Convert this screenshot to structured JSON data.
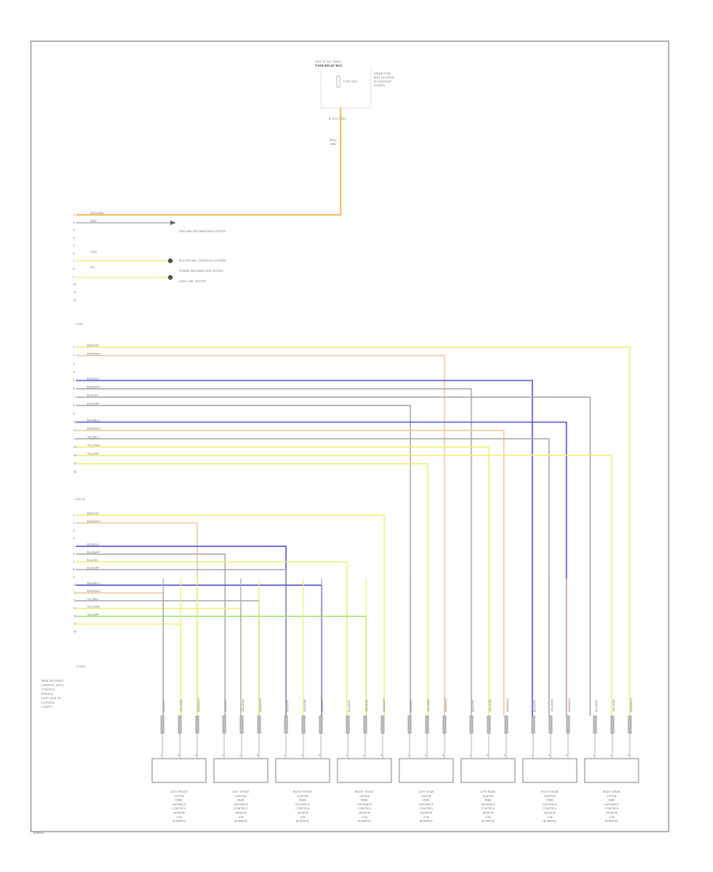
{
  "diagram": {
    "corner_label": "WIRING",
    "colors": {
      "orange": "#f0c36b",
      "grey": "#a7a7a7",
      "blue": "#5e5ed3",
      "yellow": "#f0ee72",
      "peach": "#f3c5a0",
      "green": "#93e36a",
      "frame": "#9a9a9a",
      "text": "#7a7a7a"
    },
    "top_component": {
      "title_line1": "HOT AT ALL TIMES",
      "title_line2": "FUSE/RELAY BOX",
      "fuse": "FUSE 40A",
      "side_note": [
        "(REAR FUSE",
        "BOX LOCATED",
        "IN LUGGAGE",
        "COMPT)"
      ],
      "connector_code": "B (C5) C200"
    },
    "feed_wire": [
      "RED/",
      "ORN"
    ],
    "connector1": {
      "label": "C200",
      "pins": [
        {
          "num": "1",
          "color": "RED/ORN",
          "note": ""
        },
        {
          "num": "2",
          "color": "BRN",
          "note": "GROUND DISTRIBUTION SYSTEM"
        },
        {
          "num": "3",
          "color": "",
          "note": ""
        },
        {
          "num": "4",
          "color": "",
          "note": ""
        },
        {
          "num": "5",
          "color": "",
          "note": ""
        },
        {
          "num": "6",
          "color": "GRN",
          "note": "ELECTRONIC CONTROLS SYSTEM"
        },
        {
          "num": "7",
          "color": "",
          "note": ""
        },
        {
          "num": "8",
          "color": "YEL",
          "note": "DATA LINE SYSTEM"
        },
        {
          "num": "9",
          "color": "",
          "note": ""
        },
        {
          "num": "10",
          "color": "",
          "note": ""
        },
        {
          "num": "11",
          "color": "",
          "note": ""
        },
        {
          "num": "12",
          "color": "",
          "note": ""
        }
      ],
      "note_line2": "POWER DISTRIBUTION SYSTEM"
    },
    "connector2": {
      "label": "C201 B",
      "pins": [
        {
          "num": "1",
          "color": "BRN/YEL"
        },
        {
          "num": "2",
          "color": "BRN/WHT"
        },
        {
          "num": "3",
          "color": ""
        },
        {
          "num": "4",
          "color": ""
        },
        {
          "num": "5",
          "color": "BLK/BLU"
        },
        {
          "num": "6",
          "color": "BLK/WHT"
        },
        {
          "num": "7",
          "color": "BLK/YEL"
        },
        {
          "num": "8",
          "color": "BLK/GRY"
        },
        {
          "num": "9",
          "color": ""
        },
        {
          "num": "10",
          "color": "BRN/BLU"
        },
        {
          "num": "11",
          "color": "BRN/WHT"
        },
        {
          "num": "12",
          "color": "YEL/BLU"
        },
        {
          "num": "13",
          "color": "YEL/GRN"
        },
        {
          "num": "14",
          "color": "YEL/GRY"
        },
        {
          "num": "15",
          "color": ""
        },
        {
          "num": "16",
          "color": ""
        }
      ]
    },
    "connector3": {
      "label": "C200A",
      "pins": [
        {
          "num": "1",
          "color": "BRN/YEL"
        },
        {
          "num": "2",
          "color": "BRN/WHT"
        },
        {
          "num": "3",
          "color": ""
        },
        {
          "num": "4",
          "color": ""
        },
        {
          "num": "5",
          "color": "BLK/BLU"
        },
        {
          "num": "6",
          "color": "BLK/WHT"
        },
        {
          "num": "7",
          "color": "BLK/YEL"
        },
        {
          "num": "8",
          "color": "BLK/GRY"
        },
        {
          "num": "9",
          "color": ""
        },
        {
          "num": "10",
          "color": "BRN/BLU"
        },
        {
          "num": "11",
          "color": "BRN/WHT"
        },
        {
          "num": "12",
          "color": "YEL/BLU"
        },
        {
          "num": "13",
          "color": "YEL/GRN"
        },
        {
          "num": "14",
          "color": "YEL/GRY"
        },
        {
          "num": "15",
          "color": ""
        },
        {
          "num": "16",
          "color": ""
        }
      ]
    },
    "module_label": [
      "PARK DISTANCE",
      "CONTROL (PDC)",
      "CONTROL",
      "MODULE",
      "(LEFT SIDE OF",
      "LUGGAGE",
      "COMPT)"
    ],
    "sensors": [
      {
        "lines": [
          "LEFT FRONT",
          "OUTER",
          "PARK",
          "DISTANCE",
          "CONTROL",
          "SENSOR",
          "(ON",
          "BUMPER)"
        ]
      },
      {
        "lines": [
          "LEFT FRONT",
          "CENTER",
          "PARK",
          "DISTANCE",
          "CONTROL",
          "SENSOR",
          "(ON",
          "BUMPER)"
        ]
      },
      {
        "lines": [
          "RIGHT FRONT",
          "CENTER",
          "PARK",
          "DISTANCE",
          "CONTROL",
          "SENSOR",
          "(ON",
          "BUMPER)"
        ]
      },
      {
        "lines": [
          "RIGHT FRONT",
          "OUTER",
          "PARK",
          "DISTANCE",
          "CONTROL",
          "SENSOR",
          "(ON",
          "BUMPER)"
        ]
      },
      {
        "lines": [
          "LEFT REAR",
          "OUTER",
          "PARK",
          "DISTANCE",
          "CONTROL",
          "SENSOR",
          "(ON",
          "BUMPER)"
        ]
      },
      {
        "lines": [
          "LEFT REAR",
          "CENTER",
          "PARK",
          "DISTANCE",
          "CONTROL",
          "SENSOR",
          "(ON",
          "BUMPER)"
        ]
      },
      {
        "lines": [
          "RIGHT REAR",
          "CENTER",
          "PARK",
          "DISTANCE",
          "CONTROL",
          "SENSOR",
          "(ON",
          "BUMPER)"
        ]
      },
      {
        "lines": [
          "RIGHT REAR",
          "OUTER",
          "PARK",
          "DISTANCE",
          "CONTROL",
          "SENSOR",
          "(ON",
          "BUMPER)"
        ]
      }
    ],
    "sensor_pins": [
      "1",
      "2",
      "3"
    ],
    "sensor_wire_labels": [
      "BLK/GRY",
      "YEL/GRN",
      "BRN/WHT"
    ]
  }
}
